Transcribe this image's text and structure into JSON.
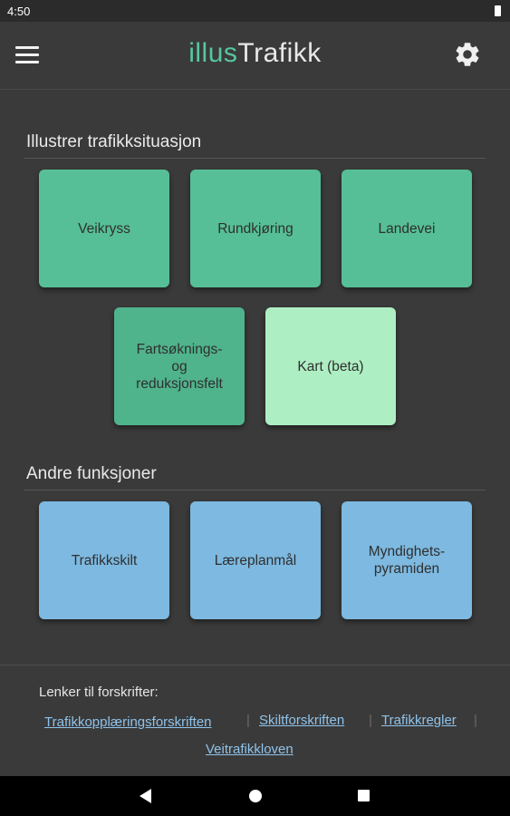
{
  "status": {
    "time": "4:50"
  },
  "app": {
    "title_part1": "illus",
    "title_part2": "Trafikk"
  },
  "sections": {
    "situations_title": "Illustrer trafikksituasjon",
    "functions_title": "Andre funksjoner"
  },
  "situations": [
    {
      "label": "Veikryss"
    },
    {
      "label": "Rundkjøring"
    },
    {
      "label": "Landevei"
    },
    {
      "label": "Fartsøknings- og reduksjonsfelt"
    },
    {
      "label": "Kart (beta)"
    }
  ],
  "functions": [
    {
      "label": "Trafikkskilt"
    },
    {
      "label": "Læreplanmål"
    },
    {
      "label": "Myndighets-pyramiden"
    }
  ],
  "footer": {
    "label": "Lenker til forskrifter:",
    "links": [
      "Trafikkopplæringsforskriften",
      "Skiltforskriften",
      "Trafikkregler",
      "Veitrafikkloven"
    ],
    "separator": "|"
  },
  "colors": {
    "tile_green": "#56bf97",
    "tile_green_dark": "#4fb38c",
    "tile_light_green": "#aeeec3",
    "tile_blue": "#7db9e0",
    "accent": "#58c6a0"
  }
}
